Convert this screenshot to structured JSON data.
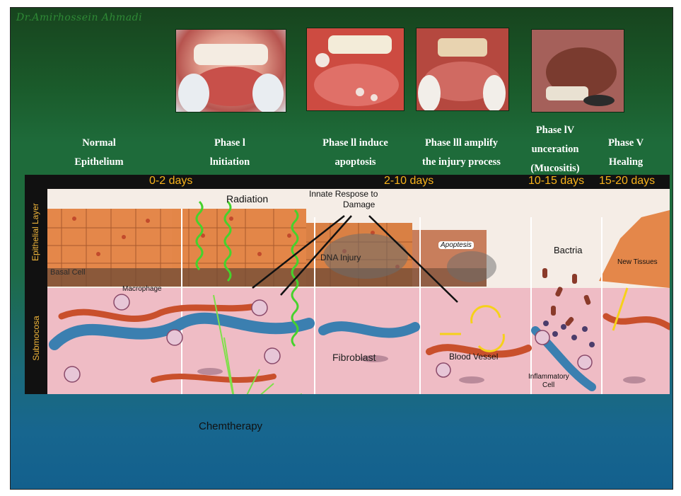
{
  "credit": "Dr.Amirhossein Ahmadi",
  "phases": [
    {
      "line1": "Normal",
      "line2": "Epithelium",
      "line3": ""
    },
    {
      "line1": "Phase l",
      "line2": "lnitiation",
      "line3": ""
    },
    {
      "line1": "Phase ll induce",
      "line2": "apoptosis",
      "line3": ""
    },
    {
      "line1": "Phase lll amplify",
      "line2": "the injury process",
      "line3": ""
    },
    {
      "line1": "Phase lV",
      "line2": "unceration",
      "line3": "(Mucositis)"
    },
    {
      "line1": "Phase V",
      "line2": "Healing",
      "line3": ""
    }
  ],
  "timeline": {
    "d1": "0-2 days",
    "d2": "2-10 days",
    "d3": "10-15 days",
    "d4": "15-20 days"
  },
  "side_labels": {
    "epithelial": "Epithelial Layer",
    "submucosa": "Submocosa"
  },
  "labels": {
    "radiation": "Radiation",
    "innate_1": "Innate  Respose to",
    "innate_2": "Damage",
    "basal": "Basal Cell",
    "macrophage": "Macrophage",
    "dna": "DNA Injury",
    "apoptesis": "Apoptesis",
    "bactria": "Bactria",
    "new_tissues": "New Tissues",
    "fibroblast": "Fibroblast",
    "blood_vessel": "Blood Vessel",
    "inflammatory_1": "Inflammatory",
    "inflammatory_2": "Cell",
    "chemo": "Chemtherapy"
  },
  "colors": {
    "phase_text": "#ffffff",
    "days_text": "#f7b21b",
    "epithelium": "#e4874a",
    "submucosa": "#efb7c2",
    "vessel_blue": "#3b7fb0",
    "vessel_red": "#c9502c",
    "arrow_green": "#46d22c"
  }
}
